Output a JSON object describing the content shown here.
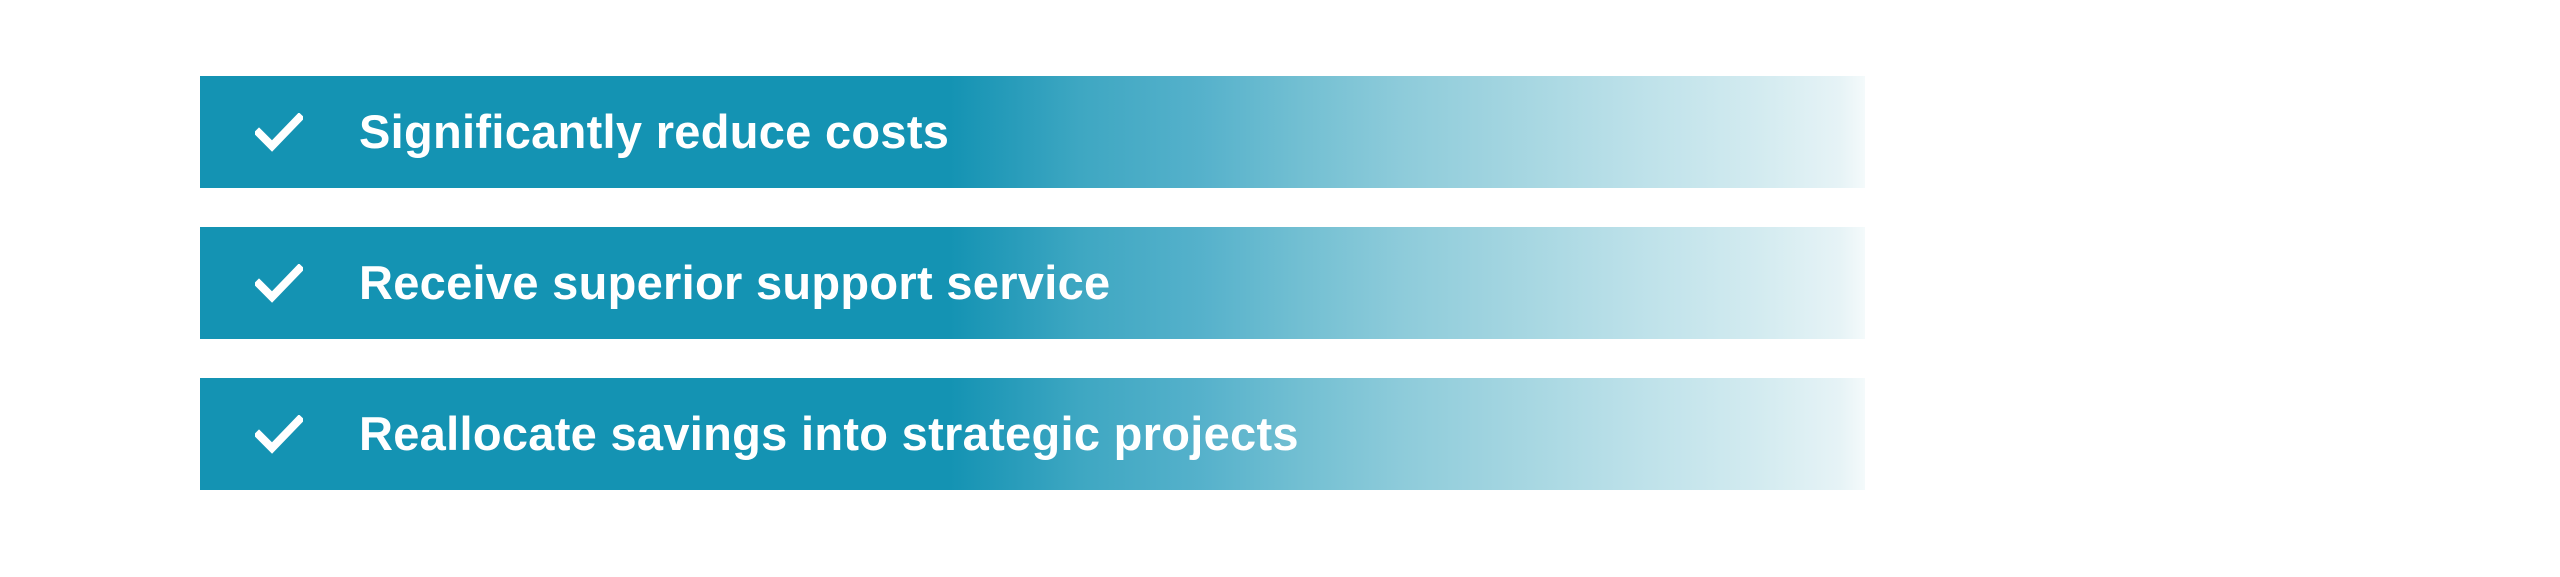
{
  "colors": {
    "bar_start": "#1493B3",
    "bar_end": "#F4FAFB",
    "text": "#FFFFFF",
    "background": "#FFFFFF"
  },
  "benefits": [
    {
      "icon": "check-icon",
      "label": "Significantly reduce costs"
    },
    {
      "icon": "check-icon",
      "label": "Receive superior support service"
    },
    {
      "icon": "check-icon",
      "label": "Reallocate savings into strategic projects"
    }
  ]
}
